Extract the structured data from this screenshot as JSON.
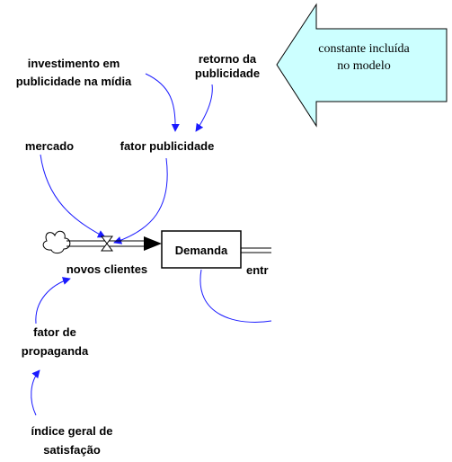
{
  "colors": {
    "link": "#1a1aff",
    "callout_fill": "#ccffff",
    "stroke": "#000000",
    "background": "#ffffff"
  },
  "labels": {
    "investimento_line1": "investimento em",
    "investimento_line2": "publicidade na mídia",
    "retorno_line1": "retorno da",
    "retorno_line2": "publicidade",
    "mercado": "mercado",
    "fator_publicidade": "fator publicidade",
    "novos_clientes": "novos clientes",
    "demanda": "Demanda",
    "entr": "entr",
    "fator_propaganda_line1": "fator de",
    "fator_propaganda_line2": "propaganda",
    "indice_line1": "índice geral de",
    "indice_line2": "satisfação"
  },
  "callout": {
    "line1": "constante incluída",
    "line2": "no modelo"
  },
  "icons": {
    "source": "cloud-icon",
    "valve": "valve-icon",
    "callout": "left-arrow-callout"
  }
}
